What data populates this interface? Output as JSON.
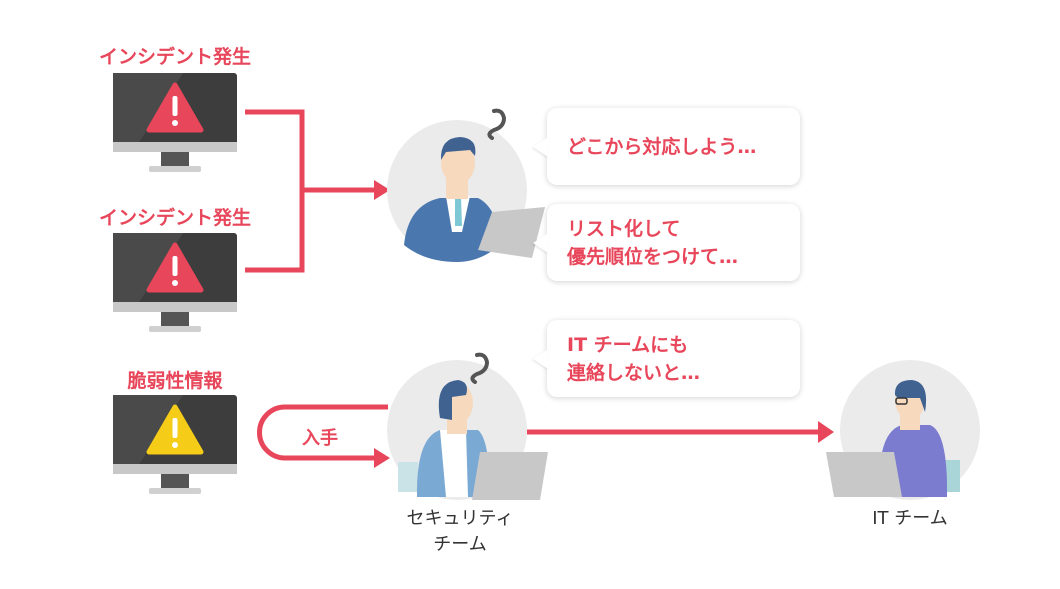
{
  "sources": [
    {
      "label": "インシデント発生",
      "alert_color": "#e8465a"
    },
    {
      "label": "インシデント発生",
      "alert_color": "#e8465a"
    },
    {
      "label": "脆弱性情報",
      "alert_color": "#f5cc17"
    }
  ],
  "arrow_label": "入手",
  "bubbles": [
    {
      "lines": [
        "どこから対応しよう…"
      ]
    },
    {
      "lines": [
        "リスト化して",
        "優先順位をつけて…"
      ]
    },
    {
      "lines": [
        "IT チームにも",
        "連絡しないと…"
      ]
    }
  ],
  "people": {
    "security_team": [
      "セキュリティ",
      "チーム"
    ],
    "it_team": "IT チーム"
  },
  "colors": {
    "accent": "#e8465a",
    "circle": "#ebebeb"
  }
}
